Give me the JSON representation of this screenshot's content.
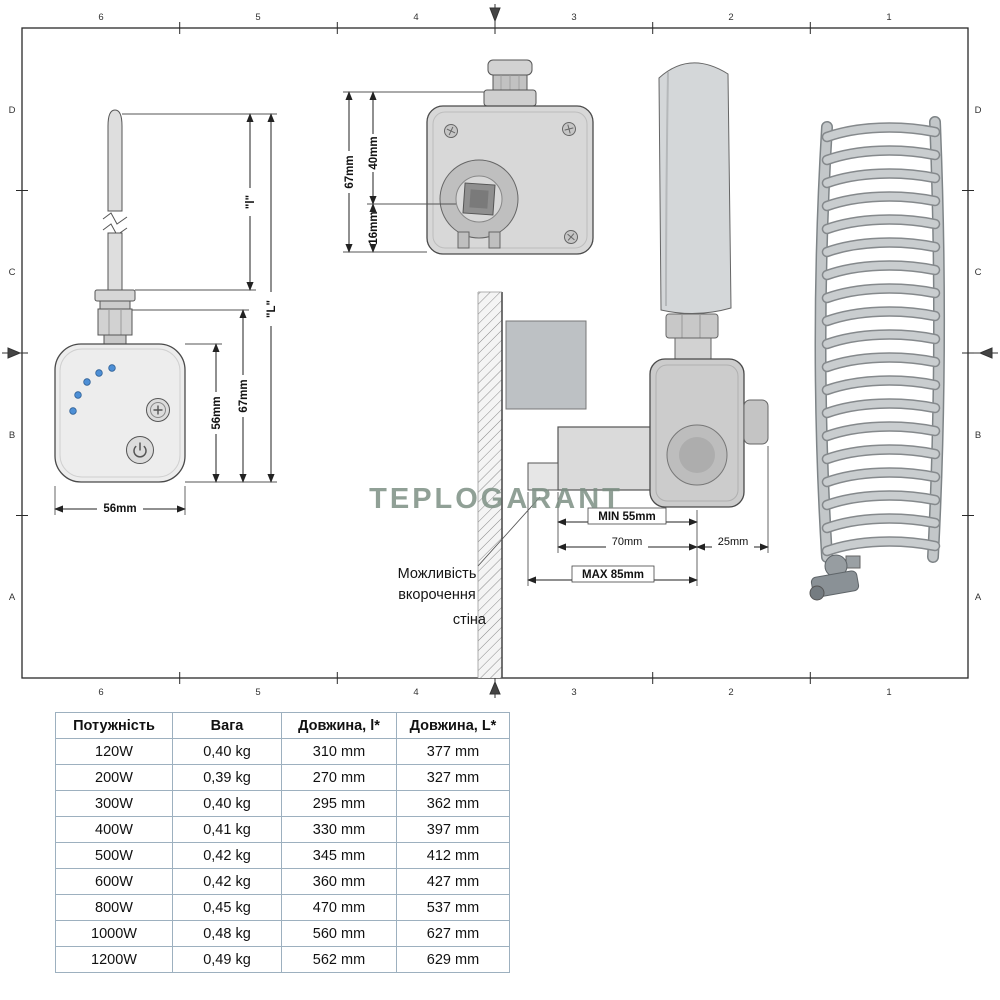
{
  "watermark": "TEPLOGARANT",
  "frame": {
    "columns": [
      "6",
      "5",
      "4",
      "3",
      "2",
      "1"
    ],
    "rows": [
      "D",
      "C",
      "B",
      "A"
    ]
  },
  "element_view": {
    "dim_width": "56mm",
    "dim_body": "56mm",
    "dim_67": "67mm",
    "dim_l": "\"l\"",
    "dim_L": "\"L\""
  },
  "head_view": {
    "dim_67": "67mm",
    "dim_40": "40mm",
    "dim_16": "16mm"
  },
  "mount_view": {
    "dim_min": "MIN 55mm",
    "dim_70": "70mm",
    "dim_25": "25mm",
    "dim_max": "MAX 85mm",
    "note_line1": "Можливість",
    "note_line2": "вкорочення",
    "wall_label": "стіна"
  },
  "table": {
    "headers": [
      "Потужність",
      "Вага",
      "Довжина, l*",
      "Довжина, L*"
    ],
    "rows": [
      [
        "120W",
        "0,40 kg",
        "310 mm",
        "377 mm"
      ],
      [
        "200W",
        "0,39 kg",
        "270 mm",
        "327 mm"
      ],
      [
        "300W",
        "0,40 kg",
        "295 mm",
        "362 mm"
      ],
      [
        "400W",
        "0,41 kg",
        "330 mm",
        "397 mm"
      ],
      [
        "500W",
        "0,42 kg",
        "345 mm",
        "412 mm"
      ],
      [
        "600W",
        "0,42 kg",
        "360 mm",
        "427 mm"
      ],
      [
        "800W",
        "0,45 kg",
        "470 mm",
        "537 mm"
      ],
      [
        "1000W",
        "0,48 kg",
        "560 mm",
        "627 mm"
      ],
      [
        "1200W",
        "0,49 kg",
        "562 mm",
        "629 mm"
      ]
    ]
  }
}
